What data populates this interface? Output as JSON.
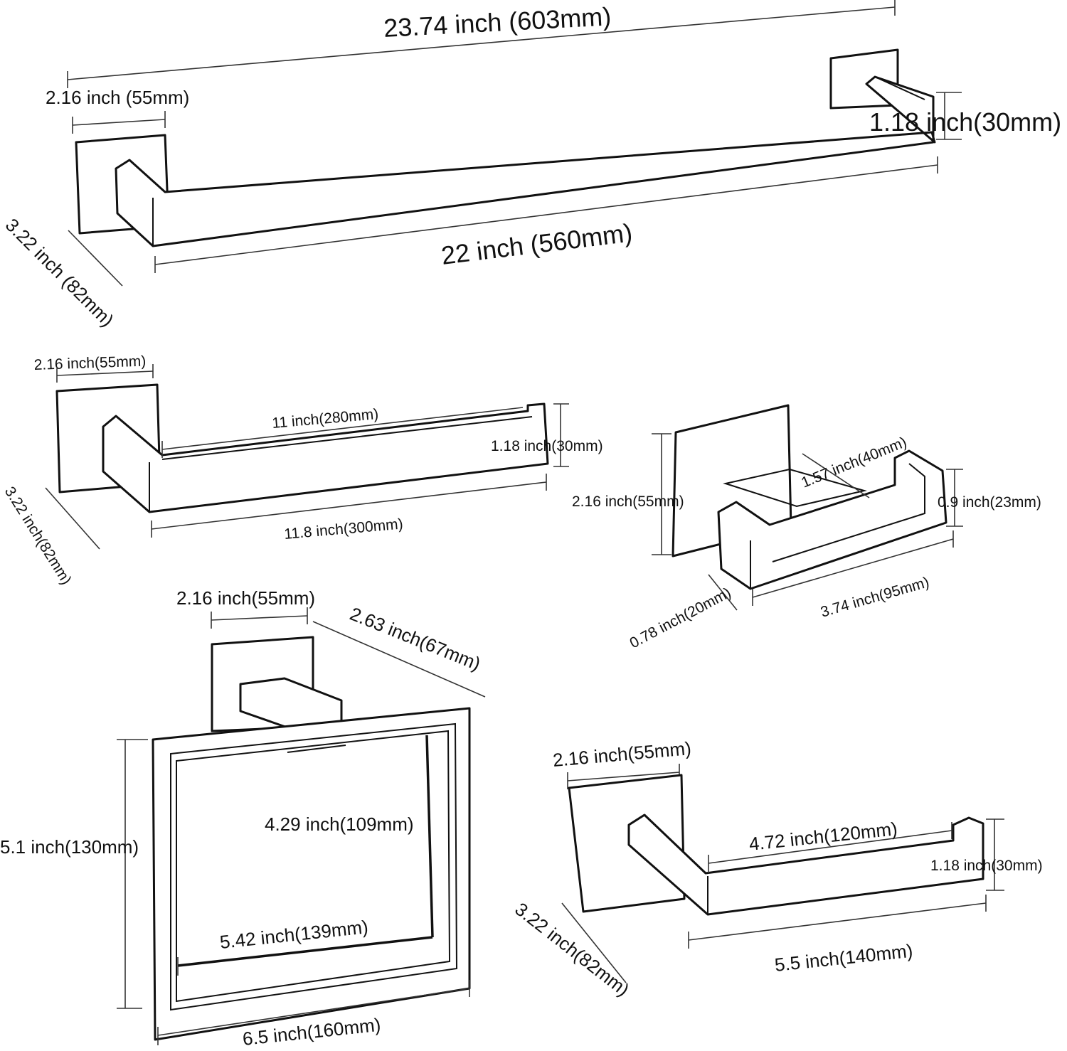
{
  "towel_bar": {
    "overall_length": "23.74 inch (603mm)",
    "base_width": "2.16 inch (55mm)",
    "height": "1.18 inch(30mm)",
    "bar_length": "22 inch (560mm)",
    "depth": "3.22 inch (82mm)"
  },
  "hand_towel_bar": {
    "base_width": "2.16 inch(55mm)",
    "inner_length": "11 inch(280mm)",
    "height": "1.18 inch(30mm)",
    "bar_length": "11.8 inch(300mm)",
    "depth": "3.22 inch(82mm)"
  },
  "robe_hook": {
    "inner_length": "1.57 inch(40mm)",
    "base_height": "2.16 inch(55mm)",
    "hook_height": "0.9 inch(23mm)",
    "hook_width": "0.78 inch(20mm)",
    "length": "3.74 inch(95mm)"
  },
  "towel_ring": {
    "base_width": "2.16 inch(55mm)",
    "depth": "2.63 inch(67mm)",
    "inner_height": "4.29 inch(109mm)",
    "outer_height": "5.1 inch(130mm)",
    "inner_width": "5.42 inch(139mm)",
    "outer_width": "6.5 inch(160mm)"
  },
  "paper_holder": {
    "base_width": "2.16 inch(55mm)",
    "inner_length": "4.72 inch(120mm)",
    "height": "1.18 inch(30mm)",
    "length": "5.5 inch(140mm)",
    "depth": "3.22 inch(82mm)"
  }
}
